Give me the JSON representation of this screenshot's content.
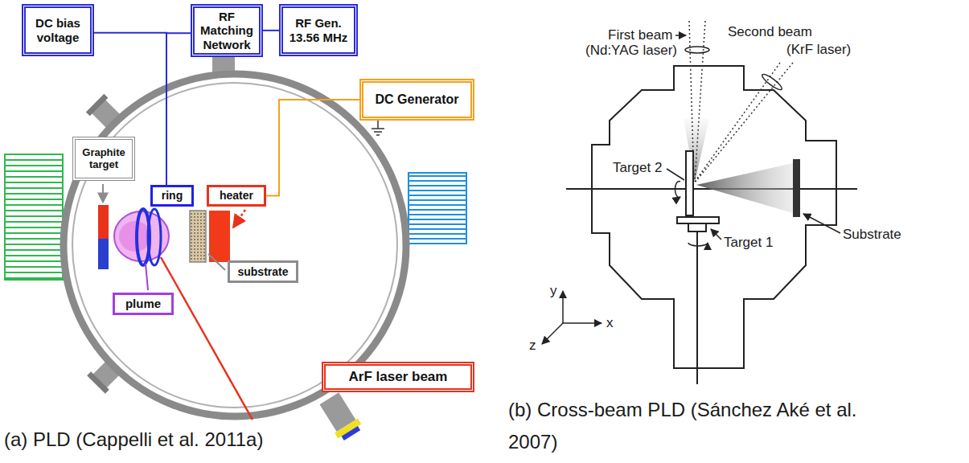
{
  "diagram": {
    "nodes": [
      {
        "text": [
          "DC bias voltage"
        ]
      },
      {
        "text": [
          "RF Matching Network"
        ]
      },
      {
        "text": [
          "RF Gen. 13.56 MHz"
        ]
      },
      {
        "text": [
          "DC Generator"
        ]
      },
      {
        "text": [
          "Graphite target"
        ]
      },
      {
        "text": [
          "ring"
        ]
      },
      {
        "text": [
          "heater"
        ]
      },
      {
        "text": [
          "substrate"
        ]
      },
      {
        "text": [
          "plume"
        ]
      },
      {
        "text": [
          "ArF laser beam"
        ]
      }
    ],
    "edges": [
      {
        "from": 0,
        "to": 5,
        "arrow": "none"
      },
      {
        "from": 1,
        "to": 5,
        "arrow": "none"
      },
      {
        "from": 1,
        "to": 2,
        "arrow": "none"
      },
      {
        "from": 3,
        "to": 6,
        "arrow": "none"
      }
    ],
    "labels": [
      "First beam",
      "(Nd:YAG laser)",
      "Second beam",
      "(KrF laser)",
      "Target 2",
      "Target 1",
      "Substrate",
      "y",
      "x",
      "z",
      "(a) PLD (Cappelli et al. 2011a)",
      "(b) Cross-beam PLD (Sánchez Aké et al. 2007)"
    ]
  }
}
